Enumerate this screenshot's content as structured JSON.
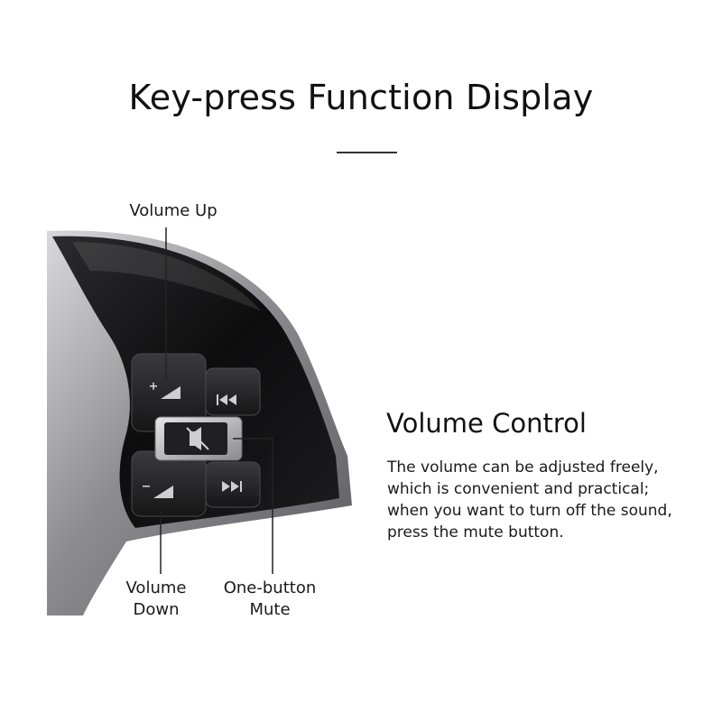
{
  "header": {
    "title": "Key-press Function Display"
  },
  "callouts": {
    "volume_up": "Volume Up",
    "volume_down": [
      "Volume",
      "Down"
    ],
    "mute": [
      "One-button",
      "Mute"
    ]
  },
  "section": {
    "heading": "Volume Control",
    "body_lines": [
      "The volume can be adjusted freely,",
      "which is convenient and practical;",
      "when you want to turn off the sound,",
      "press the mute button."
    ]
  },
  "icons": {
    "volume_up_button": "volume-up-icon",
    "volume_down_button": "volume-down-icon",
    "previous_button": "previous-track-icon",
    "next_button": "next-track-icon",
    "mute_button": "mute-icon"
  },
  "colors": {
    "panel": "#111111",
    "trim": "#a9a9ab",
    "text": "#1a1a1a"
  }
}
